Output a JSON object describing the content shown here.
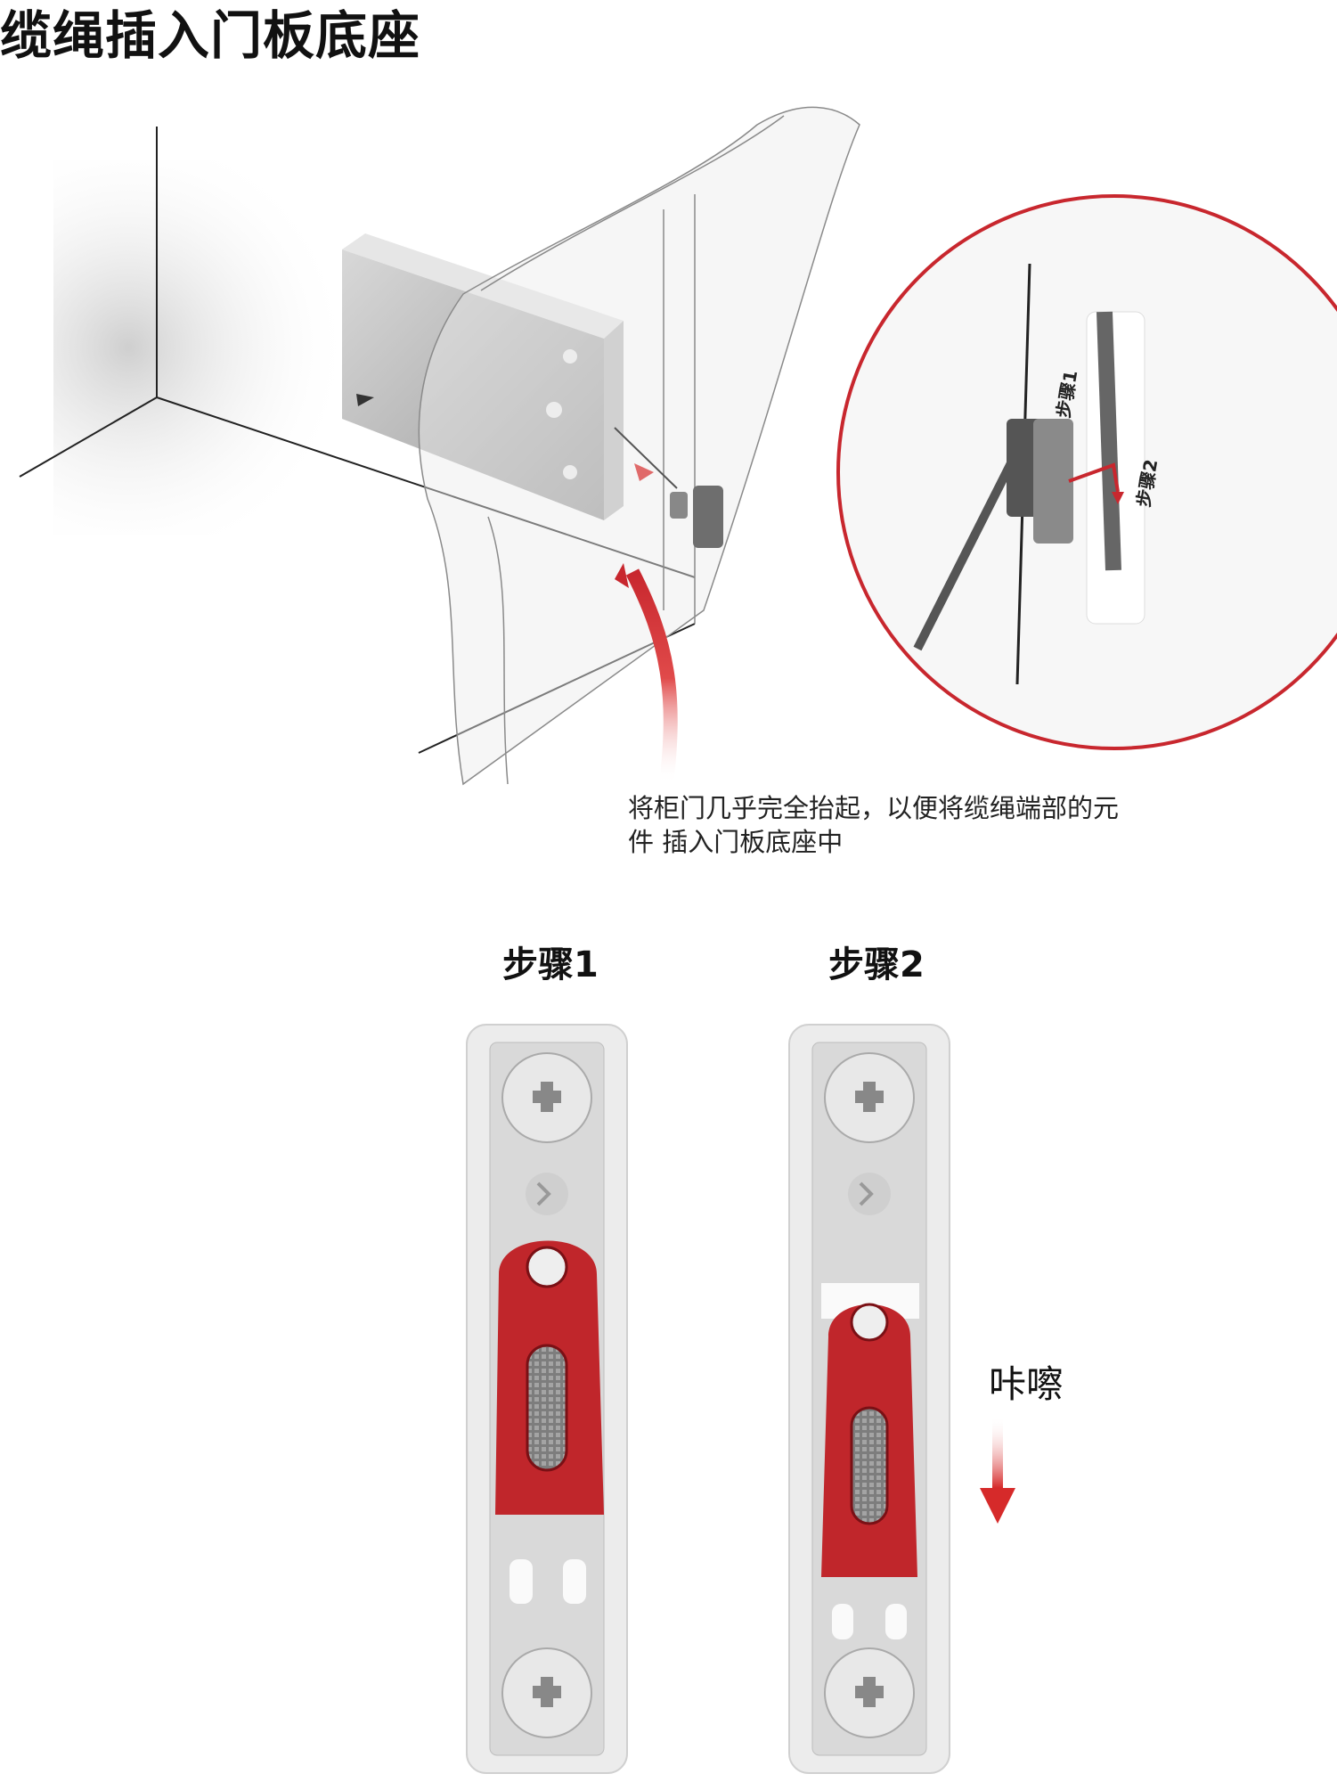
{
  "title": "缆绳插入门板底座",
  "caption": {
    "line1": "将柜门几乎完全抬起，以便将缆绳端部的元",
    "line2": "件 插入门板底座中"
  },
  "zoom": {
    "step1": "步骤1",
    "step2": "步骤2"
  },
  "steps": {
    "step1_label": "步骤1",
    "step2_label": "步骤2"
  },
  "click_label": "咔嚓",
  "colors": {
    "accent_red": "#c8272e",
    "part_red": "#c0262b",
    "metal": "#d9d9d9",
    "line": "#222222"
  },
  "icons": [
    "curved-arrow-icon",
    "down-arrow-icon",
    "screw-icon",
    "chevron-icon"
  ]
}
